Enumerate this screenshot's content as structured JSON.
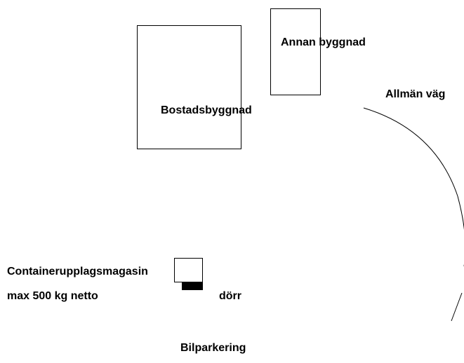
{
  "labels": {
    "residential": "Bostadsbyggnad",
    "other_building": "Annan byggnad",
    "public_road": "Allmän väg",
    "container_storage": "Containerupplagsmagasin",
    "max_weight": "max 500 kg netto",
    "door": "dörr",
    "car_parking": "Bilparkering"
  },
  "colors": {
    "line": "#000000",
    "fill_door": "#000000",
    "background": "#ffffff"
  }
}
